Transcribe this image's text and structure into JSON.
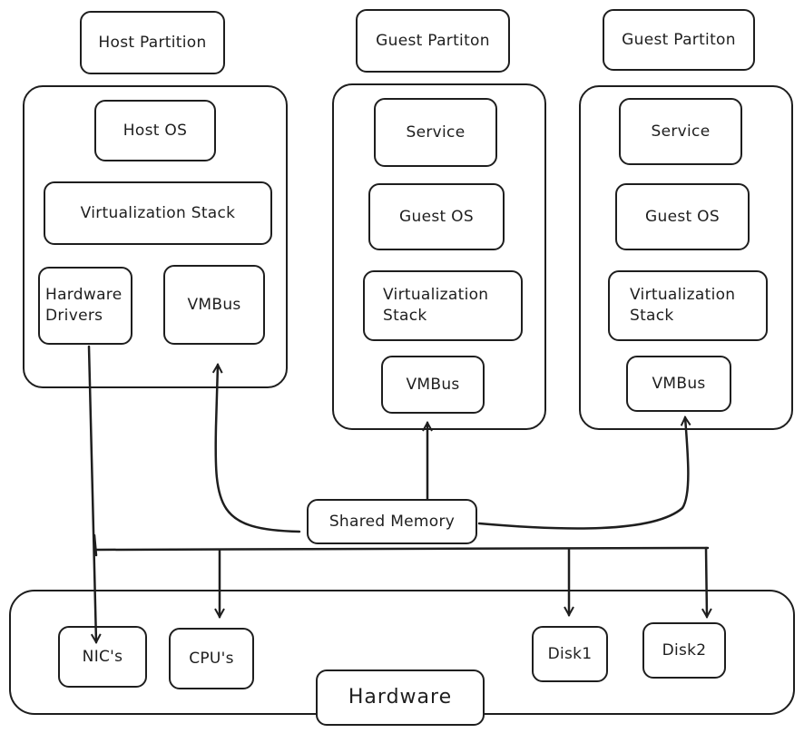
{
  "partitions": {
    "host": {
      "header": "Host Partition",
      "os": "Host OS",
      "virtualization_stack": "Virtualization Stack",
      "hardware_drivers": "Hardware Drivers",
      "vmbus": "VMBus"
    },
    "guest1": {
      "header": "Guest Partiton",
      "service": "Service",
      "os": "Guest OS",
      "virtualization_stack": "Virtualization Stack",
      "vmbus": "VMBus"
    },
    "guest2": {
      "header": "Guest Partiton",
      "service": "Service",
      "os": "Guest OS",
      "virtualization_stack": "Virtualization Stack",
      "vmbus": "VMBus"
    }
  },
  "shared_memory": "Shared Memory",
  "hardware": {
    "title": "Hardware",
    "nics": "NIC's",
    "cpus": "CPU's",
    "disk1": "Disk1",
    "disk2": "Disk2"
  },
  "colors": {
    "stroke": "#1e1e1e",
    "background": "#ffffff"
  }
}
